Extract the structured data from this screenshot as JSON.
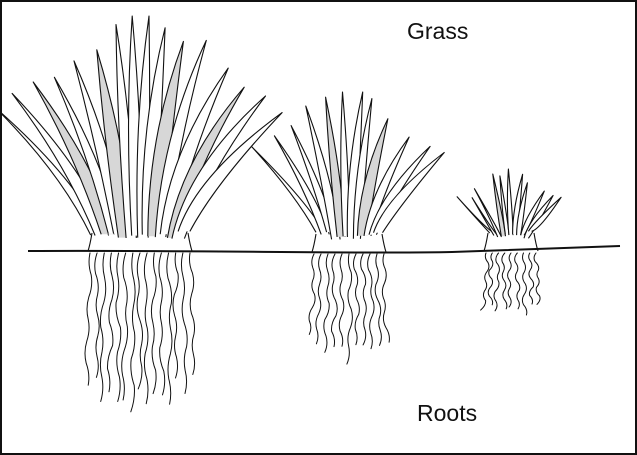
{
  "labels": {
    "grass": "Grass",
    "roots": "Roots"
  },
  "colors": {
    "stroke": "#111111",
    "leaf_shade": "#d7d7d7",
    "background": "#ffffff"
  },
  "plants": [
    {
      "id": "large"
    },
    {
      "id": "medium"
    },
    {
      "id": "small"
    }
  ]
}
